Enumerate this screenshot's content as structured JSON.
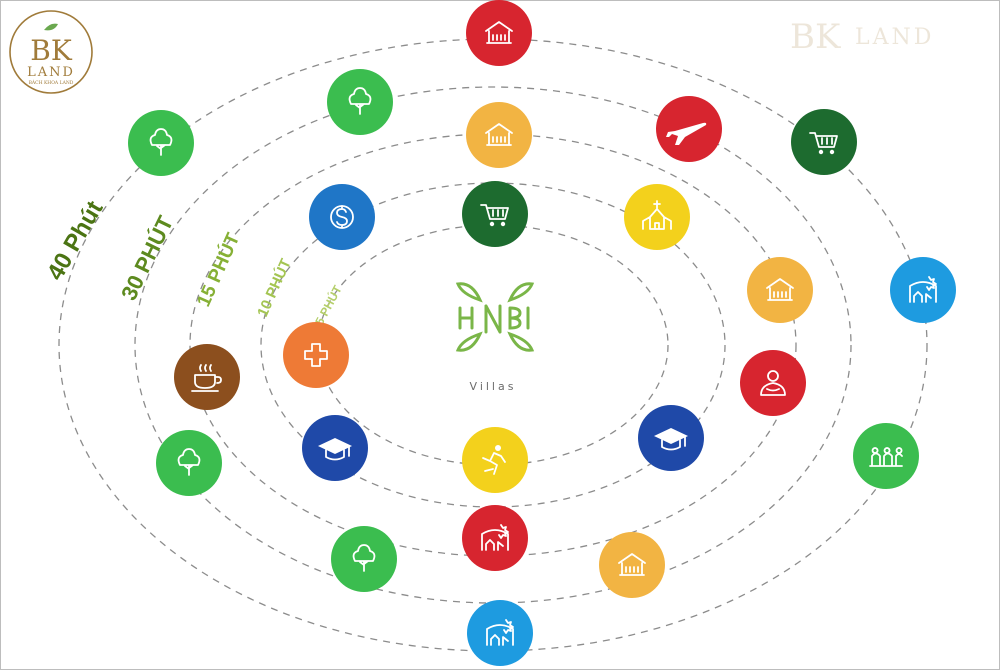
{
  "logo": {
    "letters": "BK",
    "word": "LAND",
    "tagline": "BÁCH KHOA LAND",
    "color": "#a07b3a"
  },
  "watermark": {
    "letters": "BK",
    "word": "LAND"
  },
  "center": {
    "name": "Villas",
    "color": "#7ab648"
  },
  "rings": [
    {
      "label": "5 PHÚT",
      "color": "#b5cf6b"
    },
    {
      "label": "10 PHÚT",
      "color": "#a4c553"
    },
    {
      "label": "15 PHÚT",
      "color": "#86b035"
    },
    {
      "label": "30 PHÚT",
      "color": "#5d8a1f"
    },
    {
      "label": "40 Phút",
      "color": "#4b7413"
    }
  ],
  "icons": [
    {
      "ring": 5,
      "name": "school",
      "color": "#d7252f"
    },
    {
      "ring": 4,
      "name": "tree",
      "color": "#3bbd4f"
    },
    {
      "ring": 5,
      "name": "tree",
      "color": "#3bbd4f"
    },
    {
      "ring": 4,
      "name": "airplane",
      "color": "#d7252f"
    },
    {
      "ring": 5,
      "name": "cart",
      "color": "#1d6b2f"
    },
    {
      "ring": 3,
      "name": "school",
      "color": "#f2b443"
    },
    {
      "ring": 2,
      "name": "cart",
      "color": "#1d6b2f"
    },
    {
      "ring": 2,
      "name": "dollar",
      "color": "#1f76c7"
    },
    {
      "ring": 3,
      "name": "church",
      "color": "#f3d11c"
    },
    {
      "ring": 4,
      "name": "school",
      "color": "#f2b443"
    },
    {
      "ring": 5,
      "name": "park",
      "color": "#1e9be0"
    },
    {
      "ring": 1,
      "name": "medical",
      "color": "#ee7a36"
    },
    {
      "ring": 3,
      "name": "coffee",
      "color": "#8c4f1e"
    },
    {
      "ring": 4,
      "name": "buddha",
      "color": "#d7252f"
    },
    {
      "ring": 2,
      "name": "graduation-cap",
      "color": "#1f49a8"
    },
    {
      "ring": 2,
      "name": "graduation-cap",
      "color": "#1f49a8"
    },
    {
      "ring": 1,
      "name": "running",
      "color": "#f3d11c"
    },
    {
      "ring": 5,
      "name": "playground",
      "color": "#3bbd4f"
    },
    {
      "ring": 4,
      "name": "tree",
      "color": "#3bbd4f"
    },
    {
      "ring": 3,
      "name": "park",
      "color": "#d7252f"
    },
    {
      "ring": 4,
      "name": "school",
      "color": "#f2b443"
    },
    {
      "ring": 4,
      "name": "tree",
      "color": "#3bbd4f"
    },
    {
      "ring": 5,
      "name": "park",
      "color": "#1e9be0"
    }
  ]
}
